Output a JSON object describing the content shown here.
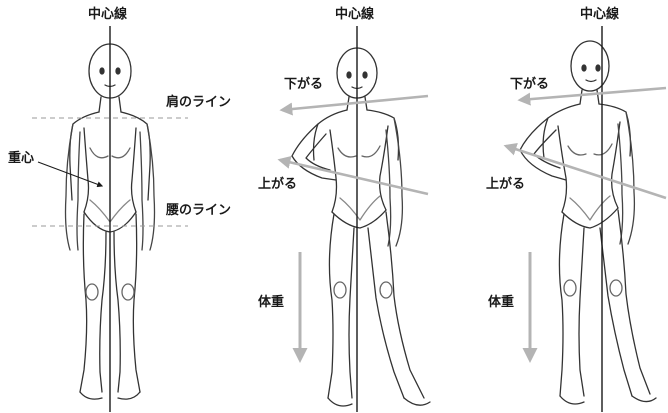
{
  "panels": [
    {
      "center_line_label": "中心線",
      "shoulder_line_label": "肩のライン",
      "center_of_gravity_label": "重心",
      "waist_line_label": "腰のライン"
    },
    {
      "center_line_label": "中心線",
      "shoulder_label": "下がる",
      "hip_label": "上がる",
      "weight_label": "体重"
    },
    {
      "center_line_label": "中心線",
      "shoulder_label": "下がる",
      "hip_label": "上がる",
      "weight_label": "体重"
    }
  ],
  "colors": {
    "ink": "#333333",
    "center_line": "#1a1a1a",
    "guide_dashed": "#9a9a9a",
    "arrow_gray": "#b4b4b4",
    "label": "#1a1a1a"
  }
}
